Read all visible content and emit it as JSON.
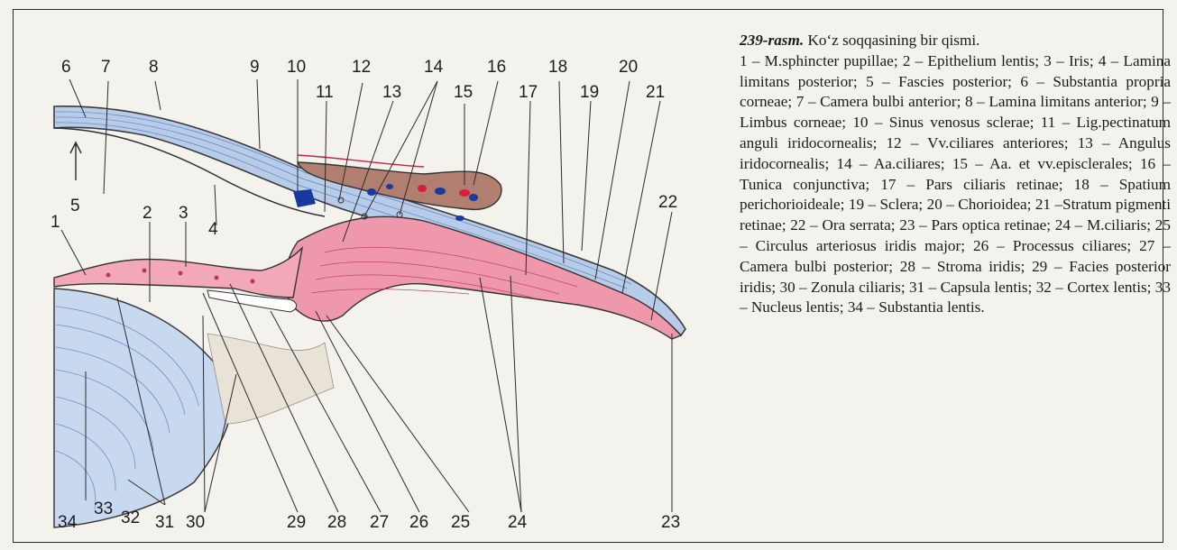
{
  "figure": {
    "caption_title": "239-rasm.",
    "caption_title_rest": " Ko‘z soqqasining bir qismi.",
    "caption_legend": "1 – M.sphincter pupillae; 2 – Epithelium lentis; 3 – Iris; 4 – Lamina limitans posterior; 5 – Fascies posterior; 6 – Substantia propria corneae; 7 – Camera bulbi anterior; 8 – Lamina limitans anterior; 9 – Limbus corneae; 10 – Sinus venosus sclerae; 11 – Lig.pectinatum anguli iridocornealis; 12 – Vv.ciliares anteriores; 13 – Angulus iridocornealis; 14 – Aa.ciliares; 15 – Aa. et vv.episclerales; 16 – Tunica conjunctiva; 17 – Pars ciliaris retinae; 18 – Spatium perichorioideale; 19 – Sclera; 20 – Chorioidea; 21 –Stratum pigmenti retinae; 22 – Ora serrata; 23 – Pars optica retinae; 24 – M.ciliaris; 25 – Circulus arteriosus iridis major; 26 – Processus ciliares; 27 – Camera bulbi posterior; 28 – Stroma iridis; 29 – Facies posterior iridis; 30 – Zonula ciliaris; 31 – Capsula lentis; 32 – Cortex lentis; 33 – Nucleus lentis; 34 – Substantia lentis.",
    "labels": {
      "l1": "1",
      "l2": "2",
      "l3": "3",
      "l4": "4",
      "l5": "5",
      "l6": "6",
      "l7": "7",
      "l8": "8",
      "l9": "9",
      "l10": "10",
      "l11": "11",
      "l12": "12",
      "l13": "13",
      "l14": "14",
      "l15": "15",
      "l16": "16",
      "l17": "17",
      "l18": "18",
      "l19": "19",
      "l20": "20",
      "l21": "21",
      "l22": "22",
      "l23": "23",
      "l24": "24",
      "l25": "25",
      "l26": "26",
      "l27": "27",
      "l28": "28",
      "l29": "29",
      "l30": "30",
      "l31": "31",
      "l32": "32",
      "l33": "33",
      "l34": "34"
    },
    "colors": {
      "cornea": "#b9cde8",
      "cornea_lines": "#5d7fb8",
      "lens": "#c4d6ee",
      "iris": "#f2a9b8",
      "ciliary_body": "#ee93a8",
      "vessel_blue": "#1a3aa0",
      "vessel_red": "#d8203c",
      "line": "#2b2b2b"
    }
  }
}
